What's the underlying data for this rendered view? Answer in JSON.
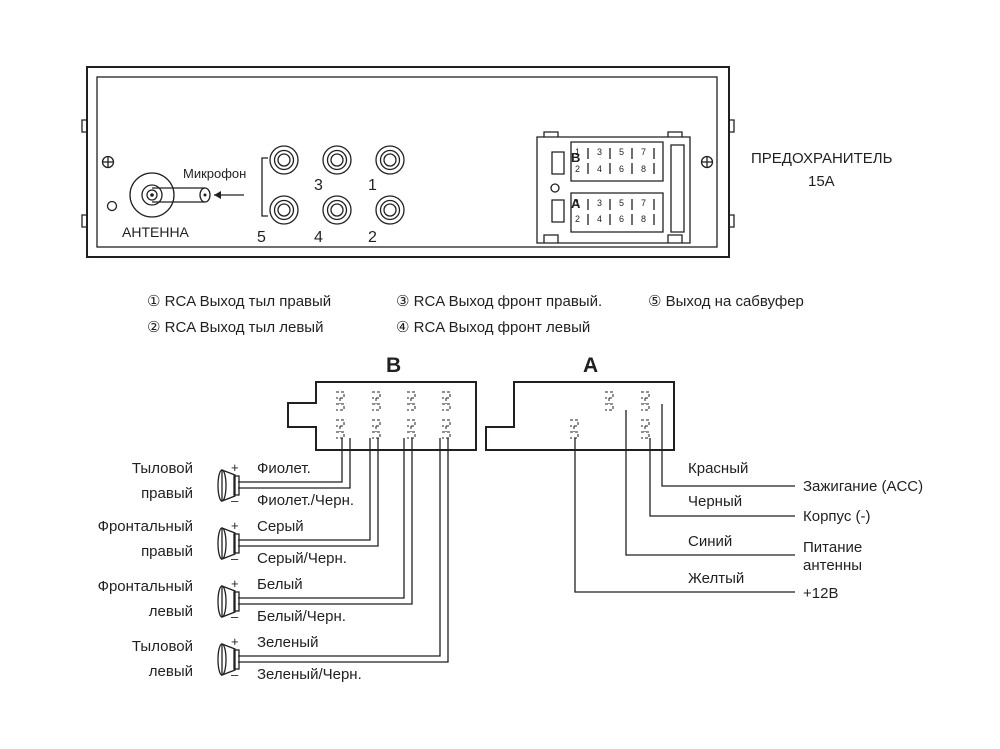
{
  "head_unit": {
    "antenna_label": "АНТЕННА",
    "mic_label": "Микрофон",
    "rca_numbers": [
      "3",
      "1",
      "5",
      "4",
      "2"
    ],
    "fuse_label_line1": "ПРЕДОХРАНИТЕЛЬ",
    "fuse_label_line2": "15A",
    "iso_b_letter": "B",
    "iso_a_letter": "A",
    "iso_top_pins": [
      "1",
      "3",
      "5",
      "7"
    ],
    "iso_bottom_pins": [
      "2",
      "4",
      "6",
      "8"
    ]
  },
  "legend": {
    "item1": "① RCA Выход тыл правый",
    "item2": "② RCA Выход тыл левый",
    "item3": "③ RCA Выход фронт правый.",
    "item4": "④ RCA Выход фронт левый",
    "item5": "⑤ Выход на сабвуфер"
  },
  "connector_b": {
    "title": "B",
    "speakers": [
      {
        "name_line1": "Тыловой",
        "name_line2": "правый",
        "wire_plus": "Фиолет.",
        "wire_minus": "Фиолет./Черн."
      },
      {
        "name_line1": "Фронтальный",
        "name_line2": "правый",
        "wire_plus": "Серый",
        "wire_minus": "Серый/Черн."
      },
      {
        "name_line1": "Фронтальный",
        "name_line2": "левый",
        "wire_plus": "Белый",
        "wire_minus": "Белый/Черн."
      },
      {
        "name_line1": "Тыловой",
        "name_line2": "левый",
        "wire_plus": "Зеленый",
        "wire_minus": "Зеленый/Черн."
      }
    ],
    "plus_sign": "+",
    "minus_sign": "–"
  },
  "connector_a": {
    "title": "A",
    "wires": [
      {
        "color": "Красный",
        "function": "Зажигание (ACC)"
      },
      {
        "color": "Черный",
        "function": "Корпус (-)"
      },
      {
        "color": "Синий",
        "function_line1": "Питание",
        "function_line2": "антенны"
      },
      {
        "color": "Желтый",
        "function": "+12В"
      }
    ]
  }
}
